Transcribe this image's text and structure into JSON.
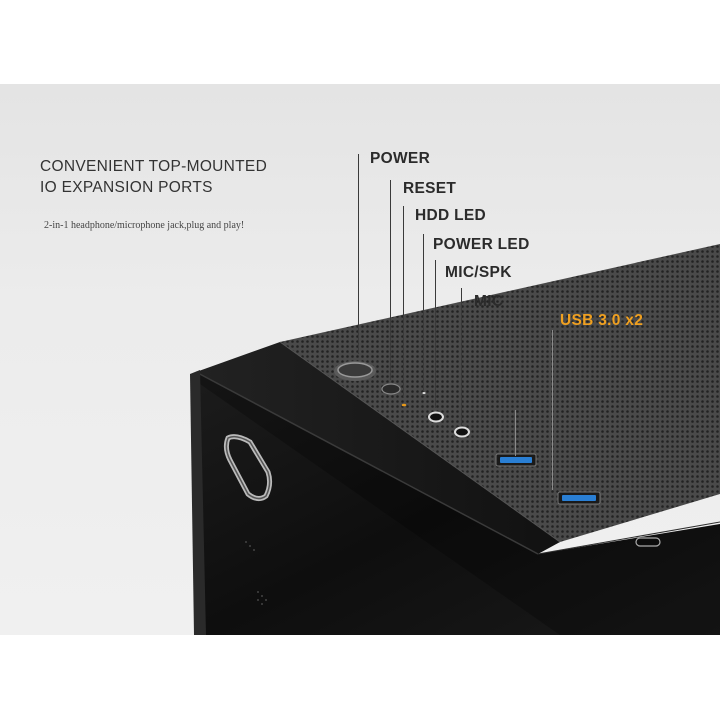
{
  "headline": {
    "line1": "CONVENIENT TOP-MOUNTED",
    "line2": "IO EXPANSION PORTS"
  },
  "subtitle": "2-in-1 headphone/microphone jack,plug and play!",
  "ports": [
    {
      "label": "POWER"
    },
    {
      "label": "RESET"
    },
    {
      "label": "HDD LED"
    },
    {
      "label": "POWER LED"
    },
    {
      "label": "MIC/SPK"
    },
    {
      "label": "MIC"
    }
  ],
  "usb": {
    "label": "USB 3.0 x2"
  },
  "colors": {
    "background": "#ebebeb",
    "case": "#141414",
    "label": "#2b2b2b",
    "usb_accent": "#f0a020",
    "usb_port": "#2a7fd4",
    "hdd_led": "#e89a1a"
  },
  "icons": [
    "power-button-icon",
    "reset-button-icon",
    "hdd-led-icon",
    "power-led-icon",
    "mic-spk-jack-icon",
    "mic-jack-icon",
    "usb-port-icon"
  ]
}
